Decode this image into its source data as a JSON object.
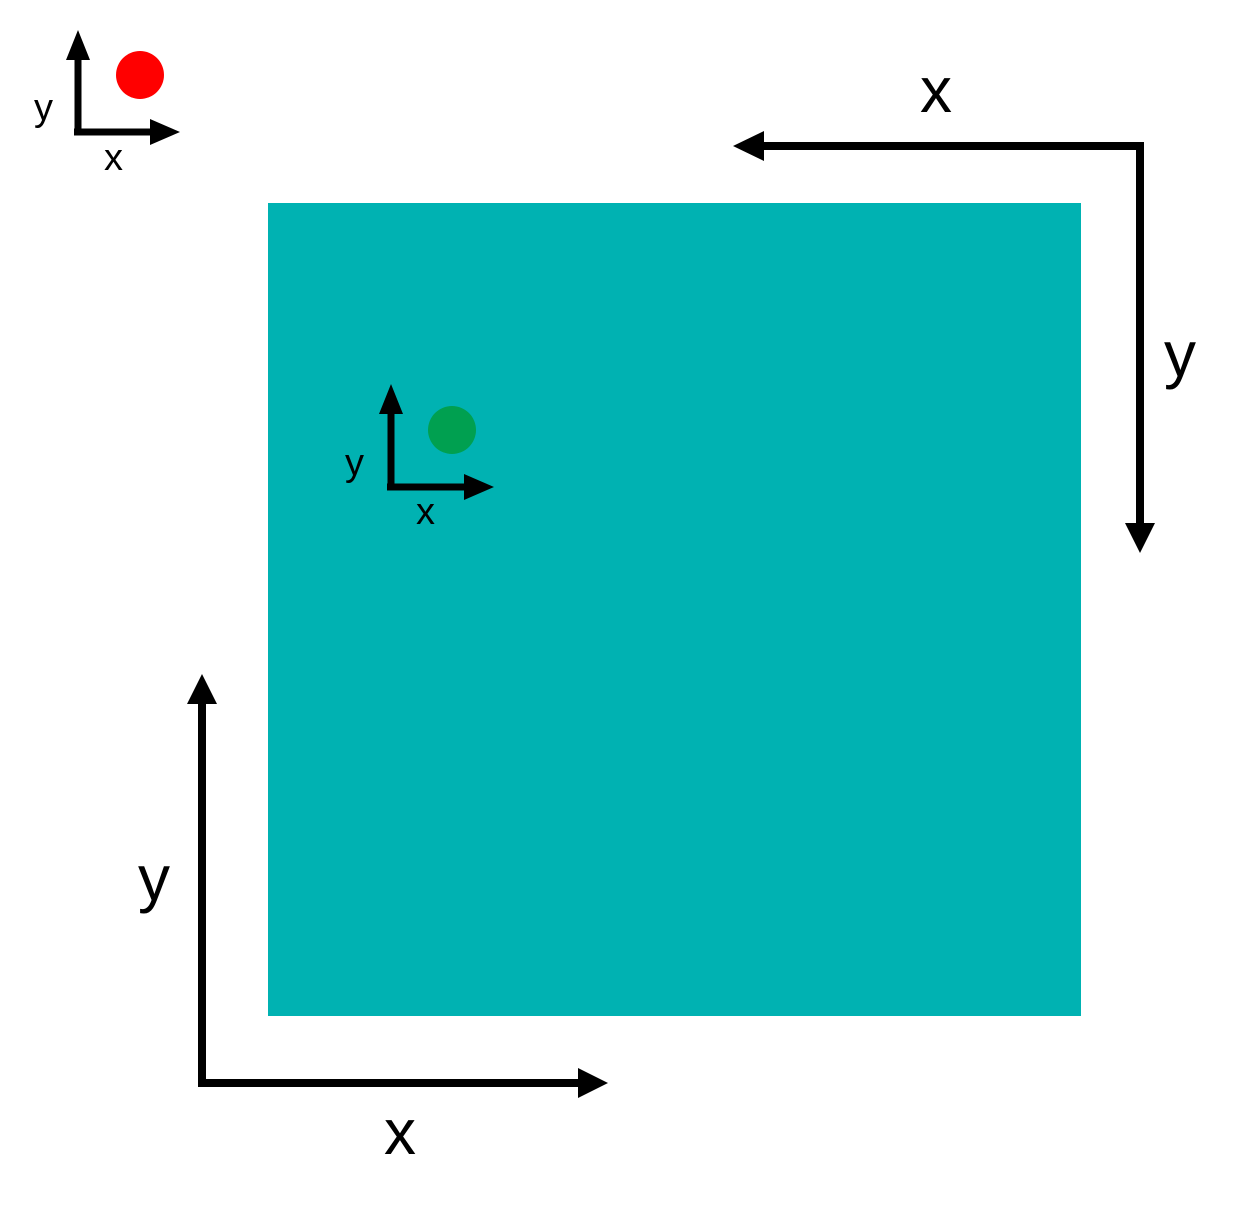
{
  "colors": {
    "background": "#ffffff",
    "square": "#00b2b2",
    "arrow": "#000000",
    "red_dot": "#ff0000",
    "green_dot": "#00a050"
  },
  "small_axes_top_left": {
    "x_label": "x",
    "y_label": "y",
    "dot_color": "red"
  },
  "small_axes_inside_square": {
    "x_label": "x",
    "y_label": "y",
    "dot_color": "green"
  },
  "large_axes_top_right": {
    "x_label": "x",
    "y_label": "y"
  },
  "large_axes_bottom_left": {
    "x_label": "x",
    "y_label": "y"
  }
}
